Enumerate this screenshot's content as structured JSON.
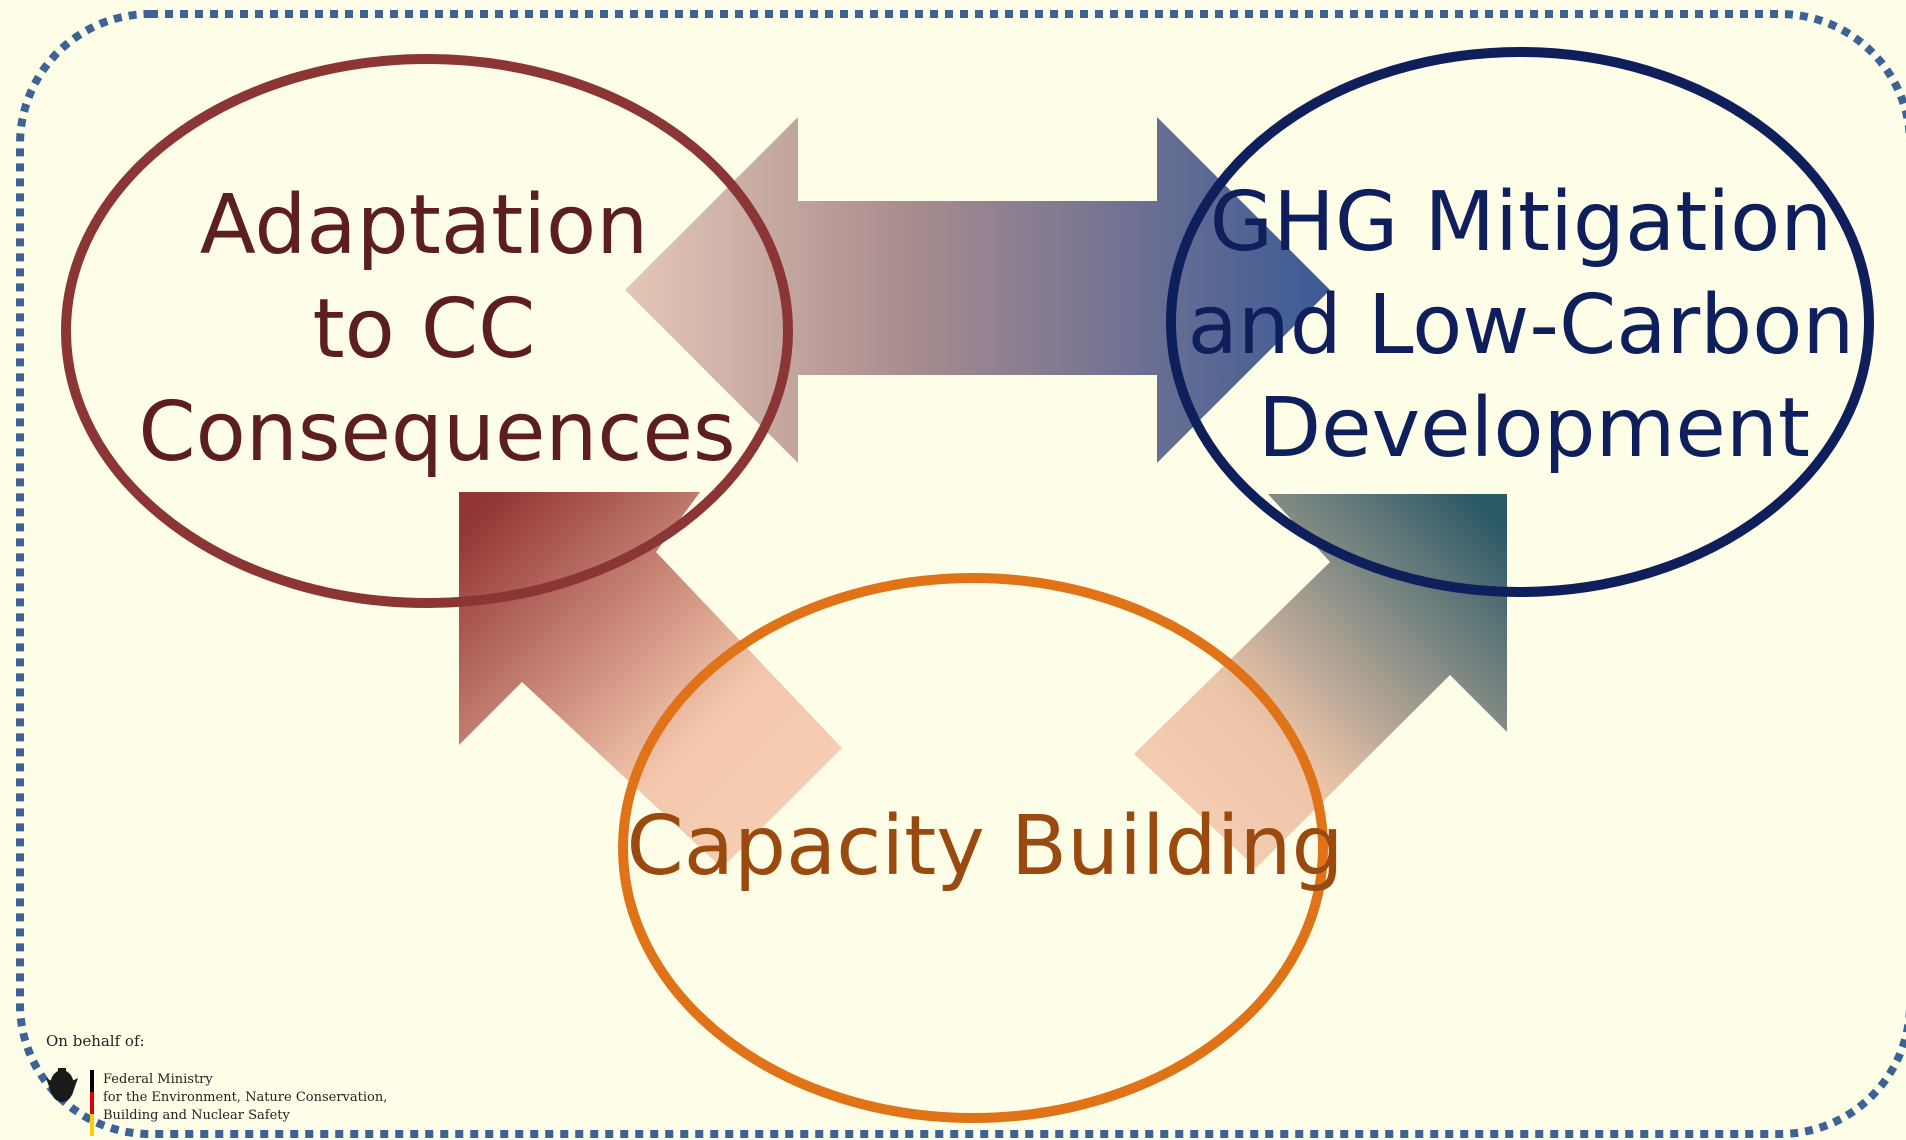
{
  "diagram": {
    "nodes": [
      {
        "id": "adaptation",
        "lines": [
          "Adaptation",
          "to CC",
          "Consequences"
        ],
        "color": "#5c1e1e",
        "ring_color": "#8b3535"
      },
      {
        "id": "mitigation",
        "lines": [
          "GHG Mitigation",
          "and Low-Carbon",
          "Development"
        ],
        "color": "#0f1f5c",
        "ring_color": "#0f1f5c"
      },
      {
        "id": "capacity",
        "lines": [
          "Capacity Building"
        ],
        "color": "#9a4a0e",
        "ring_color": "#e07318"
      }
    ],
    "arrows": [
      {
        "from": "adaptation",
        "to": "mitigation",
        "direction": "double"
      },
      {
        "from": "capacity",
        "to": "adaptation",
        "direction": "single"
      },
      {
        "from": "capacity",
        "to": "mitigation",
        "direction": "single"
      }
    ]
  },
  "footer": {
    "on_behalf": "On behalf of:",
    "ministry_lines": [
      "Federal Ministry",
      "for the Environment, Nature Conservation,",
      "Building and Nuclear Safety"
    ]
  },
  "colors": {
    "background": "#fefee8",
    "border_dots": "#3d6396",
    "eagle": "#1a1a1a",
    "flag_black": "#000000",
    "flag_red": "#dd0000",
    "flag_gold": "#ffce00"
  },
  "icons": [
    "federal-eagle-icon"
  ]
}
